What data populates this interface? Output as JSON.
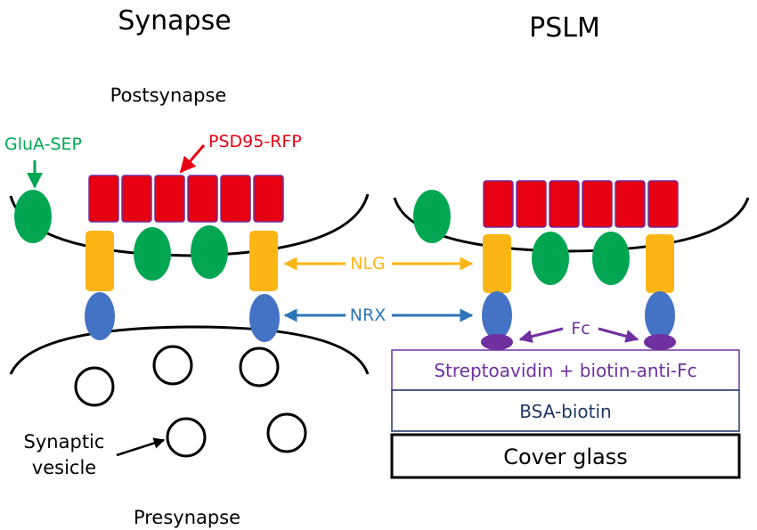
{
  "titles": {
    "left": "Synapse",
    "right": "PSLM"
  },
  "labels": {
    "postsynapse": "Postsynapse",
    "presynapse": "Presynapse",
    "glua": "GluA-SEP",
    "psd95": "PSD95-RFP",
    "nlg": "NLG",
    "nrx": "NRX",
    "fc": "Fc",
    "vesicle_line1": "Synaptic",
    "vesicle_line2": "vesicle"
  },
  "layers": {
    "streptavidin": "Streptoavidin + biotin-anti-Fc",
    "bsa": "BSA-biotin",
    "cover": "Cover glass"
  },
  "colors": {
    "psd95": "#e60012",
    "glua": "#00a651",
    "nlg": "#fbb615",
    "nrx": "#4472c4",
    "fc": "#7030a0",
    "bsa_border": "#1f3864"
  }
}
